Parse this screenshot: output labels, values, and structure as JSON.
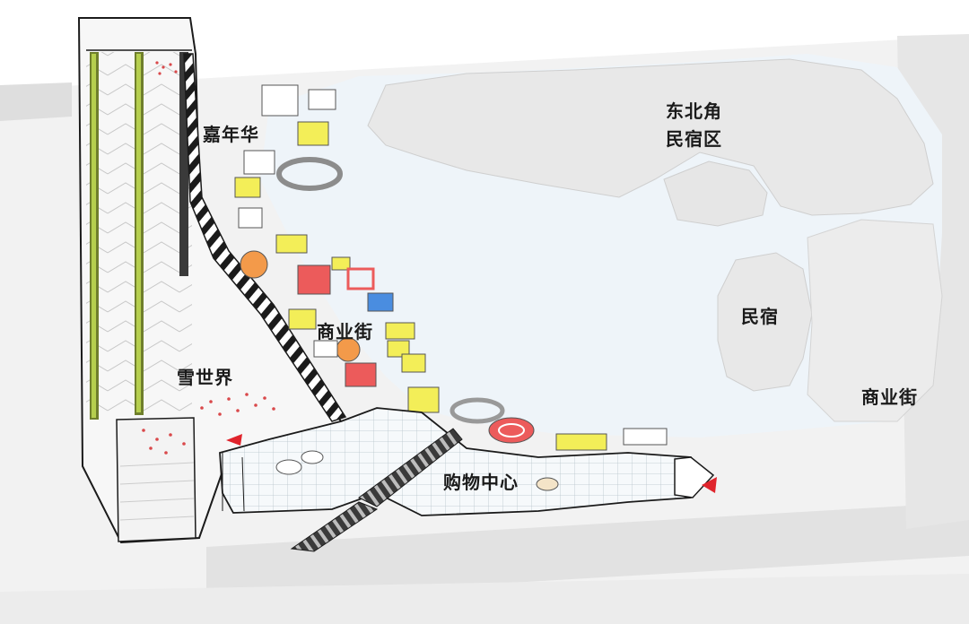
{
  "labels": {
    "carnival": "嘉年华",
    "northeast_line1": "东北角",
    "northeast_line2": "民宿区",
    "shopping_street_west": "商业街",
    "homestay": "民宿",
    "shopping_street_east": "商业街",
    "snow_world": "雪世界",
    "shopping_center": "购物中心"
  },
  "colors": {
    "lake": "#eef4f9",
    "ground": "#f1f1f1",
    "road": "#dcdcdc",
    "island": "#e8e8e8",
    "building_outline": "#222222",
    "yellow_block": "#f3ee58",
    "orange_block": "#f39a4a",
    "red_block": "#ec5b5b",
    "blue_block": "#4a8de0",
    "entrance_marker": "#e0242c",
    "crowd_red": "#d9484a",
    "ski_green": "#8aa236"
  },
  "markers": [
    {
      "name": "entrance-west",
      "icon": "red-triangle-icon"
    },
    {
      "name": "entrance-east",
      "icon": "red-triangle-icon"
    }
  ]
}
